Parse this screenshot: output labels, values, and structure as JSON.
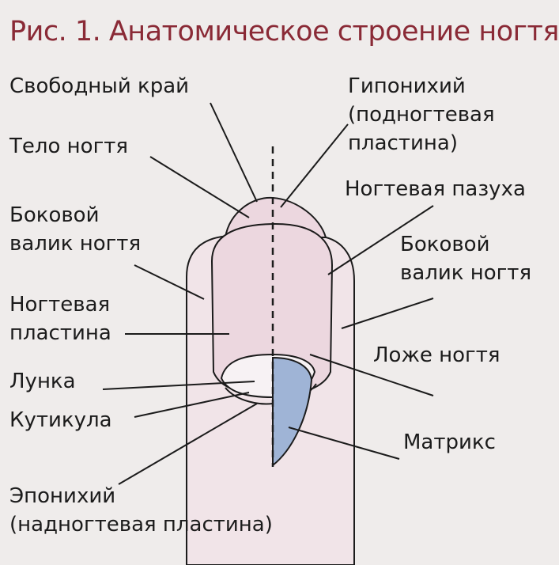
{
  "title": "Рис. 1. Анатомическое строение ногтя",
  "labels": {
    "free_edge": "Свободный край",
    "nail_body": "Тело ногтя",
    "lateral_fold_left_1": "Боковой",
    "lateral_fold_left_2": "валик ногтя",
    "nail_plate_1": "Ногтевая",
    "nail_plate_2": "пластина",
    "lunula": "Лунка",
    "cuticle": "Кутикула",
    "eponychium_1": "Эпонихий",
    "eponychium_2": "(надногтевая пластина)",
    "hyponychium_1": "Гипонихий",
    "hyponychium_2": "(подногтевая",
    "hyponychium_3": "пластина)",
    "nail_sinus": "Ногтевая пазуха",
    "lateral_fold_right_1": "Боковой",
    "lateral_fold_right_2": "валик ногтя",
    "nail_bed": "Ложе ногтя",
    "matrix": "Матрикс"
  },
  "colors": {
    "title": "#8a2a36",
    "nail_fill": "#ecd7df",
    "finger_fill": "#f1e4e8",
    "matrix_fill": "#9fb4d6",
    "lunula_fill": "#f7f2f4",
    "line": "#1b1b1b"
  }
}
